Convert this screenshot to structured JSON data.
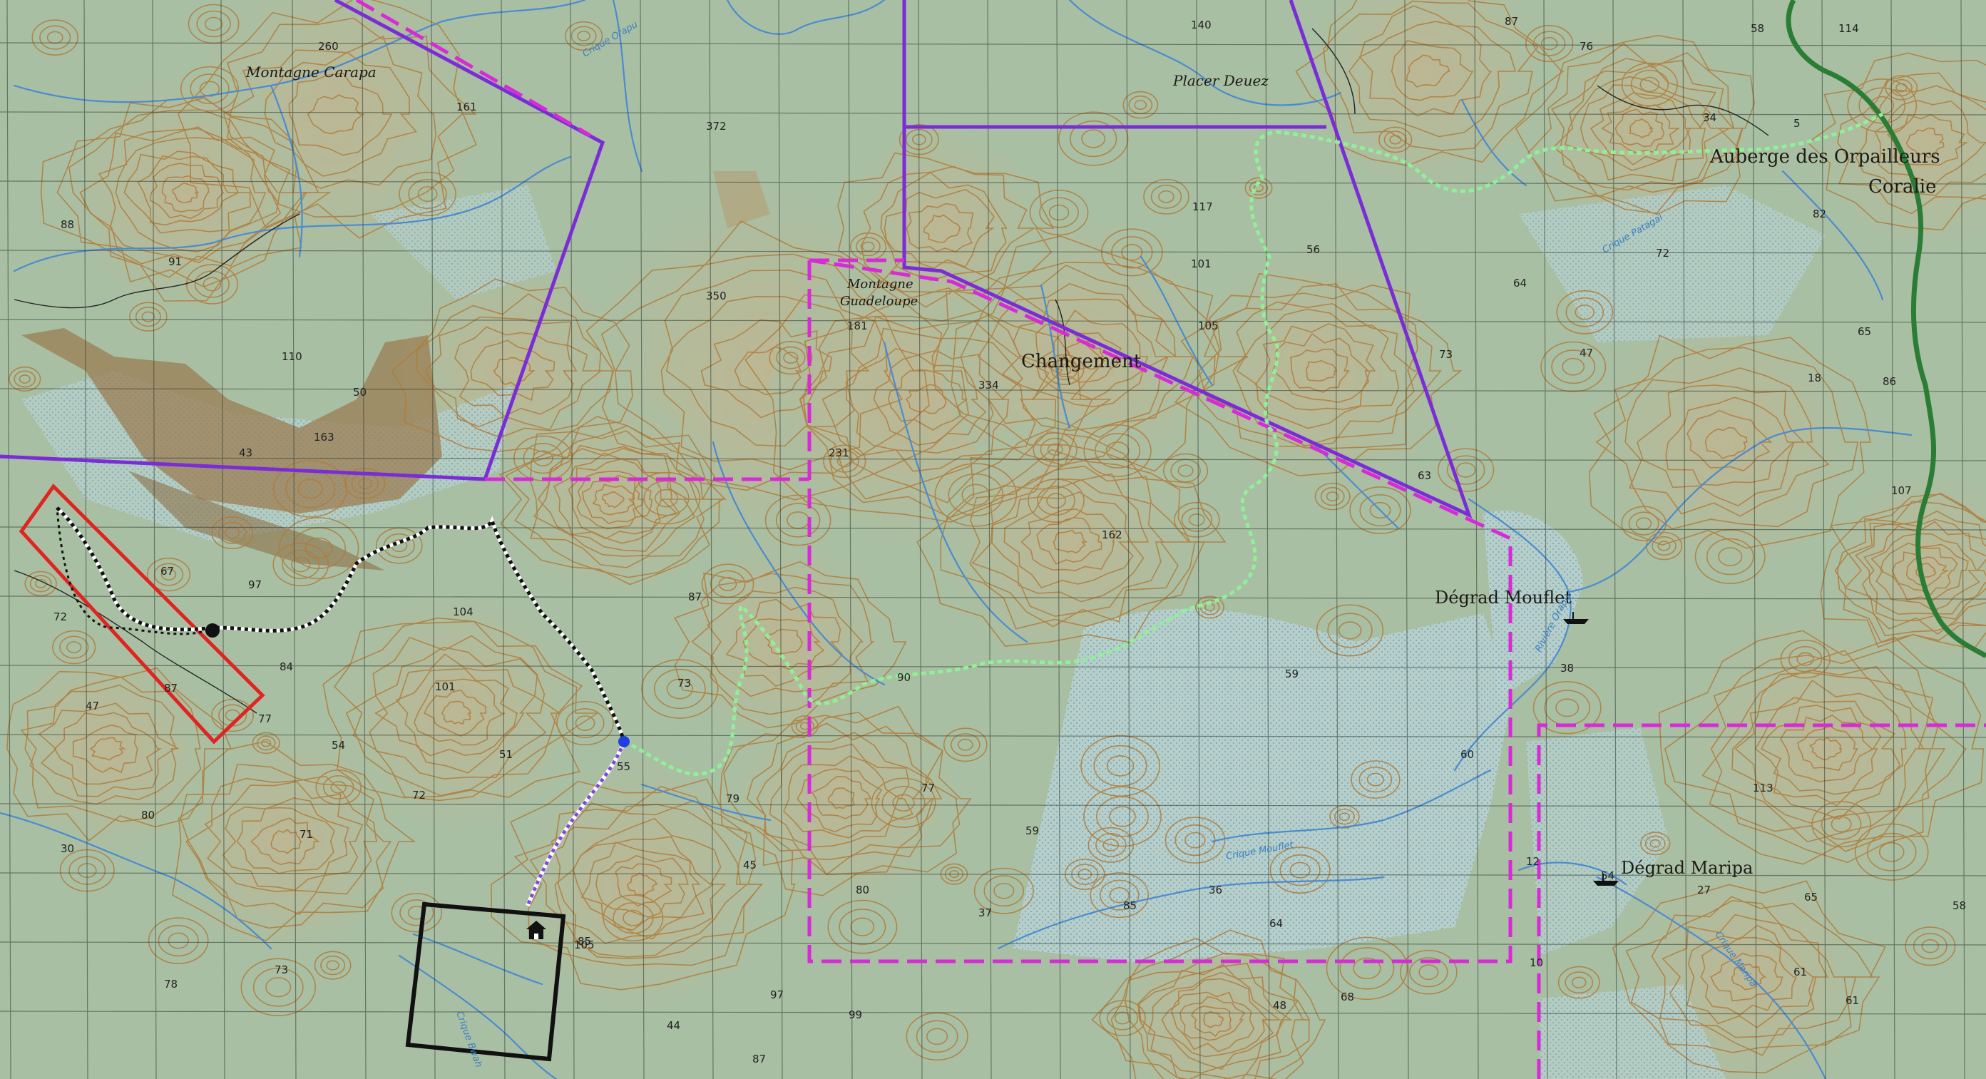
{
  "places": [
    {
      "id": "montagne-carapa",
      "text": "Montagne Carapa",
      "italic": true
    },
    {
      "id": "placer-deuez",
      "text": "Placer Deuez",
      "italic": true
    },
    {
      "id": "auberge-orpailleurs",
      "text": "Auberge des Orpailleurs",
      "italic": false
    },
    {
      "id": "coralie",
      "text": "Coralie",
      "italic": false
    },
    {
      "id": "montagne-guadeloupe-1",
      "text": "Montagne",
      "italic": true
    },
    {
      "id": "montagne-guadeloupe-2",
      "text": "Guadeloupe",
      "italic": true
    },
    {
      "id": "changement",
      "text": "Changement",
      "italic": false
    },
    {
      "id": "degrad-mouflet",
      "text": "Dégrad Mouflet",
      "italic": false
    },
    {
      "id": "degrad-maripa",
      "text": "Dégrad Maripa",
      "italic": false
    }
  ],
  "water_labels": [
    {
      "id": "crique-orapu",
      "text": "Crique Orapu"
    },
    {
      "id": "riviere-orapu",
      "text": "Rivière Orapu"
    },
    {
      "id": "crique-mouflet",
      "text": "Crique Mouflet"
    },
    {
      "id": "crique-maripa",
      "text": "Crique Maripa"
    },
    {
      "id": "crique-patagai",
      "text": "Crique Patagai"
    },
    {
      "id": "crique-bwah",
      "text": "Crique Bwah"
    }
  ],
  "elevations": [
    "260",
    "161",
    "372",
    "140",
    "87",
    "76",
    "58",
    "114",
    "5",
    "34",
    "88",
    "91",
    "110",
    "50",
    "163",
    "43",
    "350",
    "181",
    "334",
    "231",
    "117",
    "101",
    "105",
    "56",
    "64",
    "47",
    "73",
    "18",
    "86",
    "82",
    "72",
    "65",
    "107",
    "63",
    "162",
    "59",
    "90",
    "97",
    "67",
    "72",
    "47",
    "87",
    "84",
    "77",
    "104",
    "101",
    "87",
    "51",
    "54",
    "73",
    "55",
    "85",
    "97",
    "99",
    "44",
    "87",
    "73",
    "78",
    "80",
    "71",
    "72",
    "79",
    "59",
    "30",
    "77",
    "45",
    "105",
    "113",
    "37",
    "65",
    "54",
    "60",
    "85",
    "80",
    "36",
    "64",
    "12",
    "27",
    "61",
    "48",
    "61",
    "68",
    "58",
    "10",
    "38"
  ],
  "colors": {
    "background": "#a9bfa3",
    "contour": "#b07c3c",
    "river": "#4a8bd0",
    "boundary_magenta": "#d62bd6",
    "boundary_violet": "#7a2dd6",
    "trail_green": "#90f09a",
    "zone_red": "#e0241f",
    "zone_black": "#111111",
    "forest_edge": "#2b7d36",
    "grid": "#2a3a30"
  },
  "icons": [
    "house-icon",
    "boat-icon",
    "waypoint-icon"
  ]
}
